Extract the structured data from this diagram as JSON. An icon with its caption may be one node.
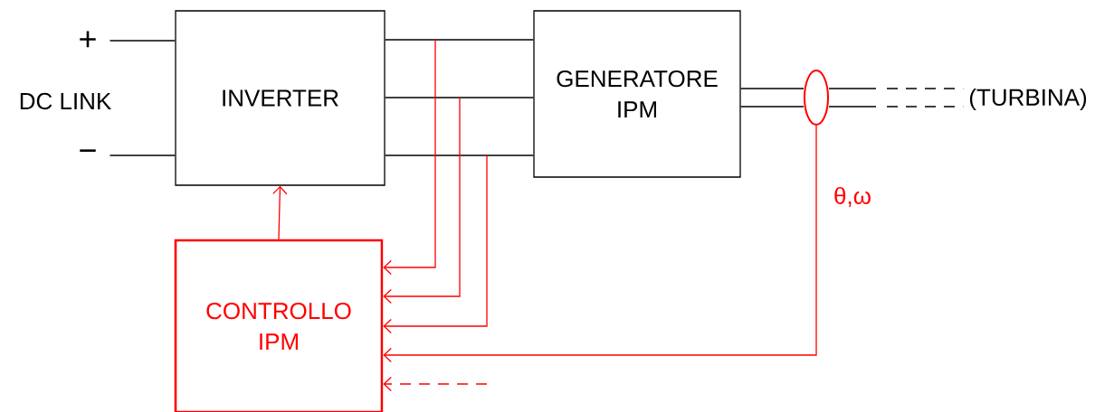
{
  "diagram": {
    "nodes": [
      {
        "text": [
          "+"
        ]
      },
      {
        "text": [
          "−"
        ]
      },
      {
        "text": [
          "INVERTER"
        ]
      },
      {
        "text": [
          "GENERATORE IPM"
        ]
      },
      {
        "text": [
          "CONTROLLO IPM"
        ]
      },
      {
        "text": [
          "(TURBINA)"
        ]
      },
      {
        "text": [],
        "shape": "ellipse"
      }
    ],
    "edges": [
      {
        "from": 0,
        "to": 2,
        "arrow": "none"
      },
      {
        "from": 1,
        "to": 2,
        "arrow": "none"
      },
      {
        "from": 2,
        "to": 3,
        "arrow": "none"
      },
      {
        "from": 2,
        "to": 3,
        "arrow": "none"
      },
      {
        "from": 2,
        "to": 3,
        "arrow": "none"
      },
      {
        "from": 3,
        "to": 6,
        "arrow": "none"
      },
      {
        "from": 3,
        "to": 6,
        "arrow": "none"
      },
      {
        "from": 6,
        "to": null,
        "arrow": "none"
      },
      {
        "from": 6,
        "to": null,
        "arrow": "none"
      },
      {
        "from": null,
        "to": 5,
        "arrow": "none",
        "style": "dashed"
      },
      {
        "from": null,
        "to": 5,
        "arrow": "none",
        "style": "dashed"
      },
      {
        "from": 4,
        "to": 2,
        "arrow": "to",
        "color": "#ff0000"
      },
      {
        "from": null,
        "to": 4,
        "arrow": "to",
        "color": "#ff0000"
      },
      {
        "from": null,
        "to": 4,
        "arrow": "to",
        "color": "#ff0000"
      },
      {
        "from": null,
        "to": 4,
        "arrow": "to",
        "color": "#ff0000"
      },
      {
        "from": 6,
        "to": 4,
        "arrow": "to",
        "label": "θ,ω",
        "color": "#ff0000"
      },
      {
        "from": null,
        "to": 4,
        "arrow": "to",
        "style": "dashed",
        "color": "#ff0000"
      }
    ],
    "labels": [
      "DC LINK"
    ]
  }
}
